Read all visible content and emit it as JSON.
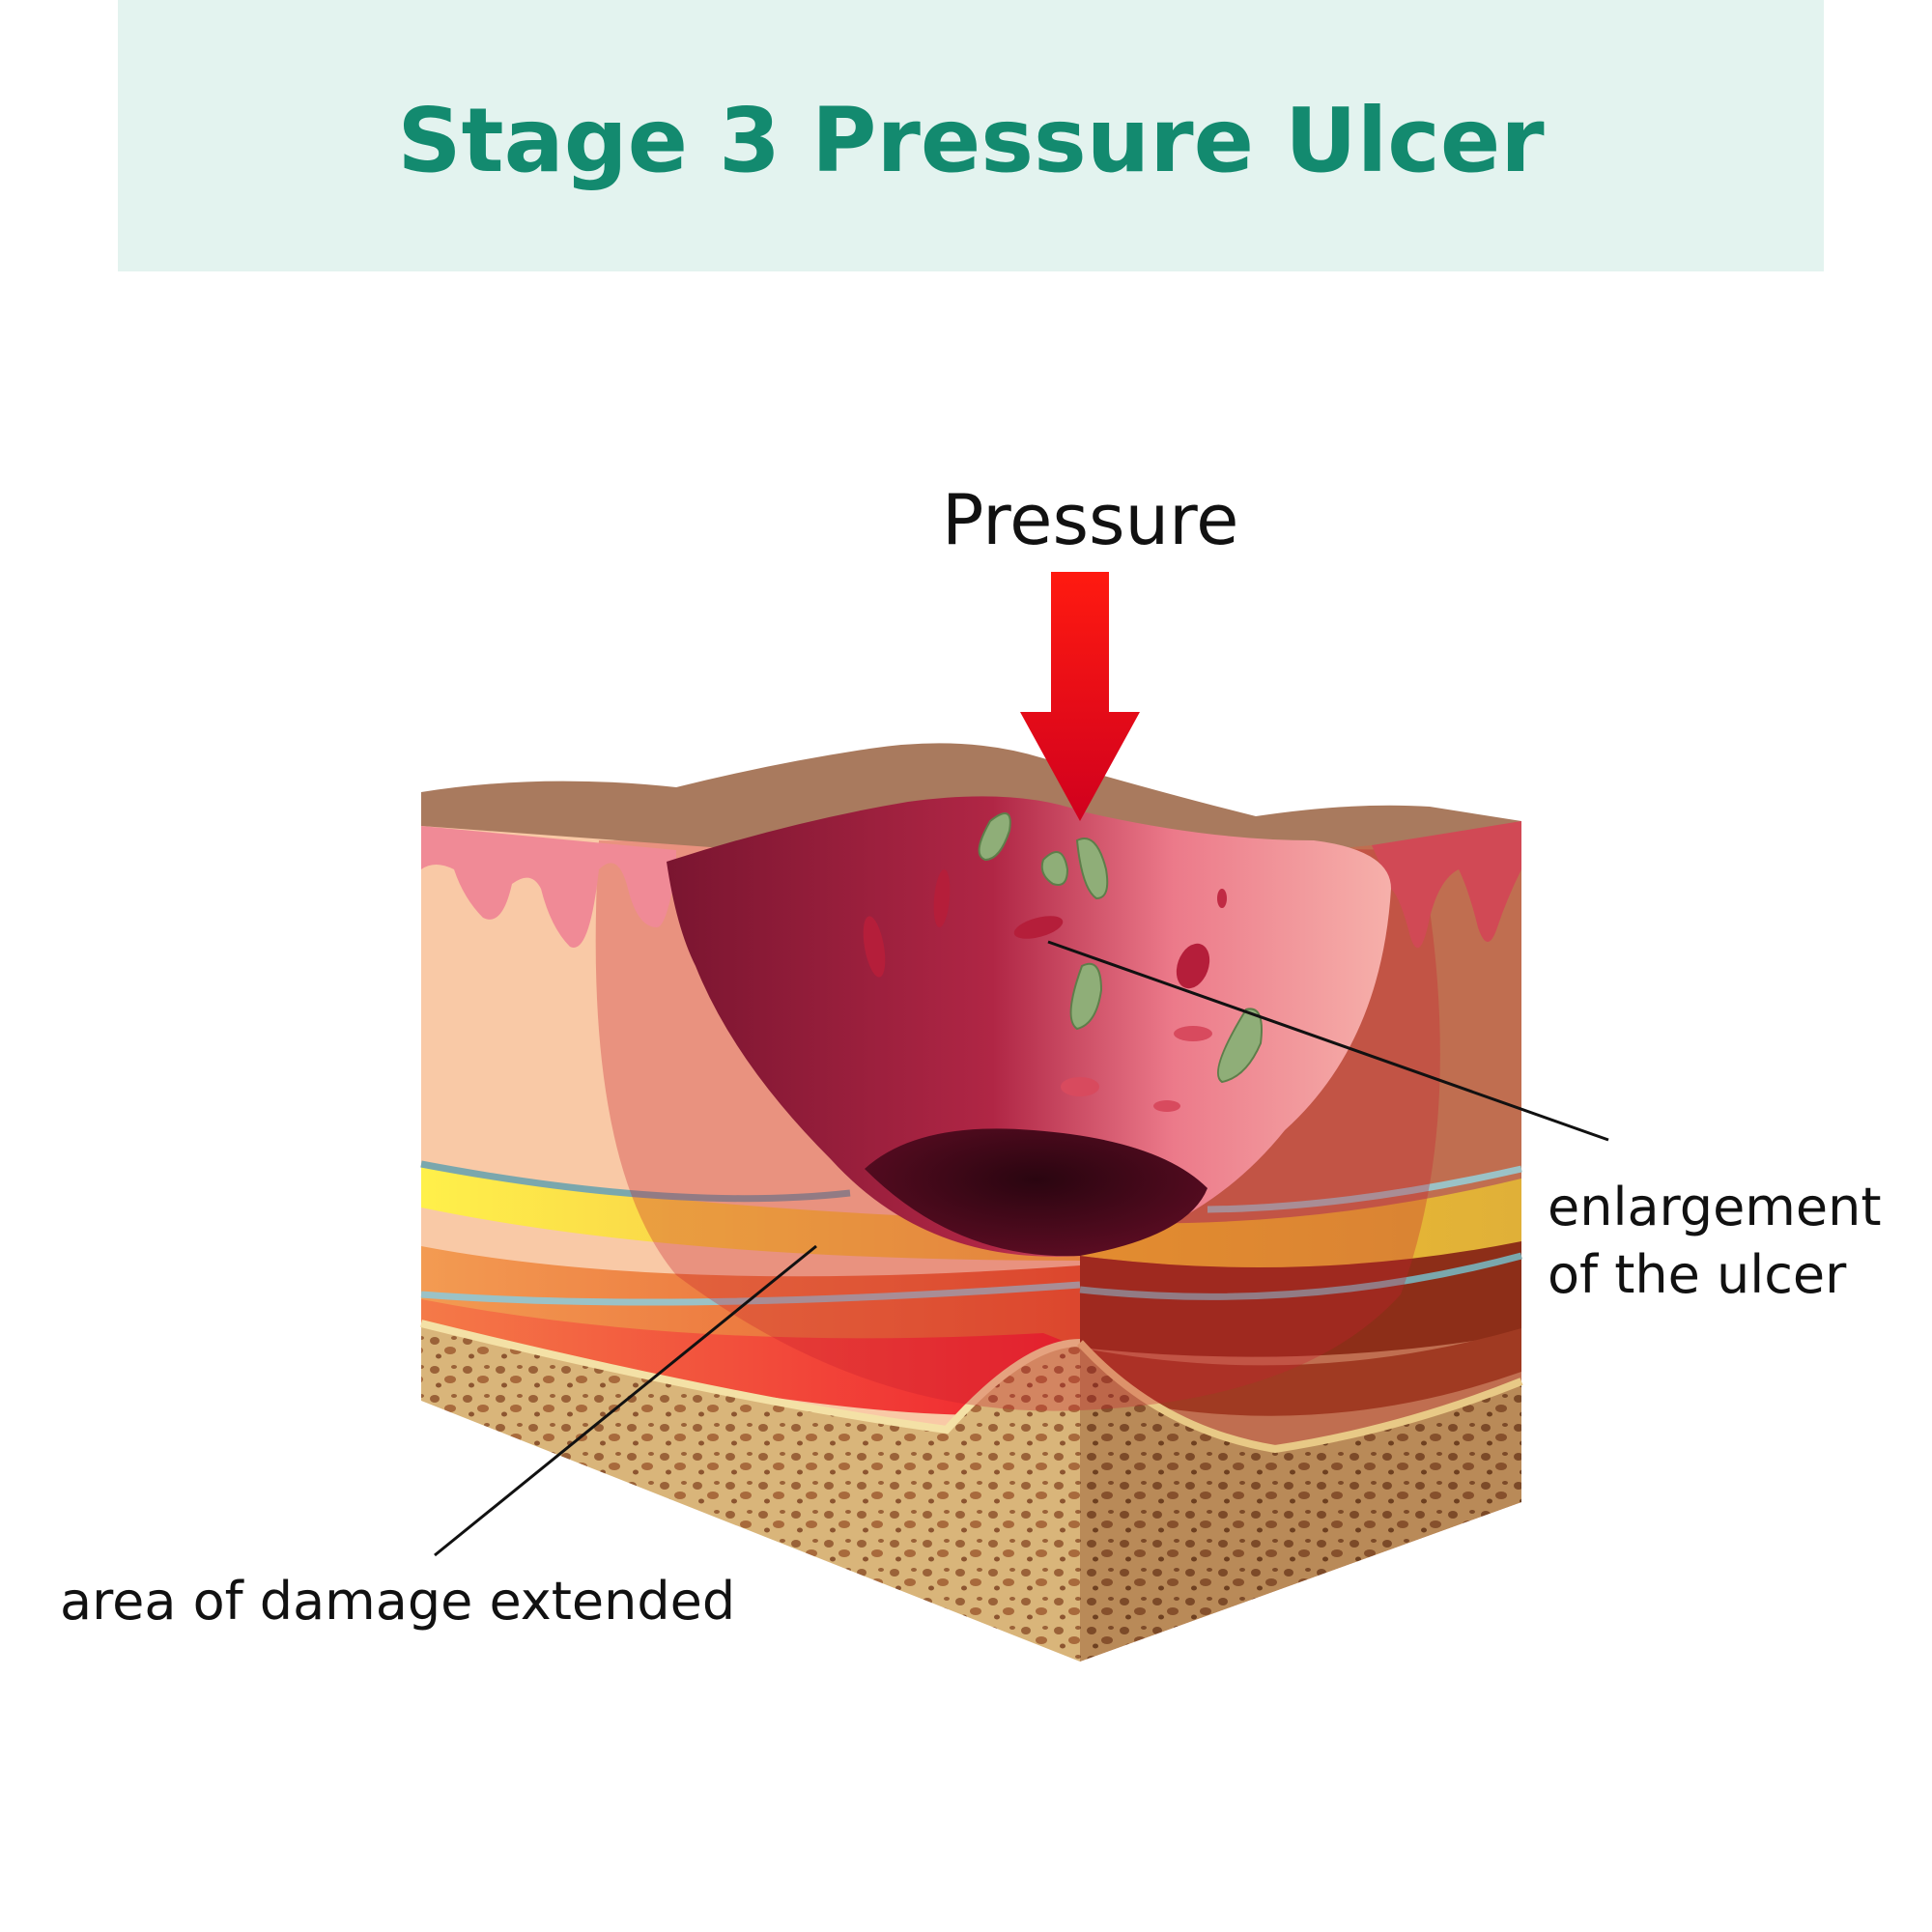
{
  "title": "Stage 3 Pressure Ulcer",
  "labels": {
    "pressure": "Pressure",
    "enlargement_line1": "enlargement",
    "enlargement_line2": "of the ulcer",
    "damage": "area of damage extended"
  },
  "colors": {
    "banner_bg": "#e3f3ef",
    "title": "#138a6f",
    "arrow": "#e8001a",
    "skin_surface": "#a97a5e",
    "wound_dark": "#7b1632",
    "wound_light": "#f07a8c",
    "fat_yellow": "#f5d43a",
    "muscle_red": "#e8323c",
    "bone": "#d8b77e",
    "bacteria": "#8fae78"
  }
}
